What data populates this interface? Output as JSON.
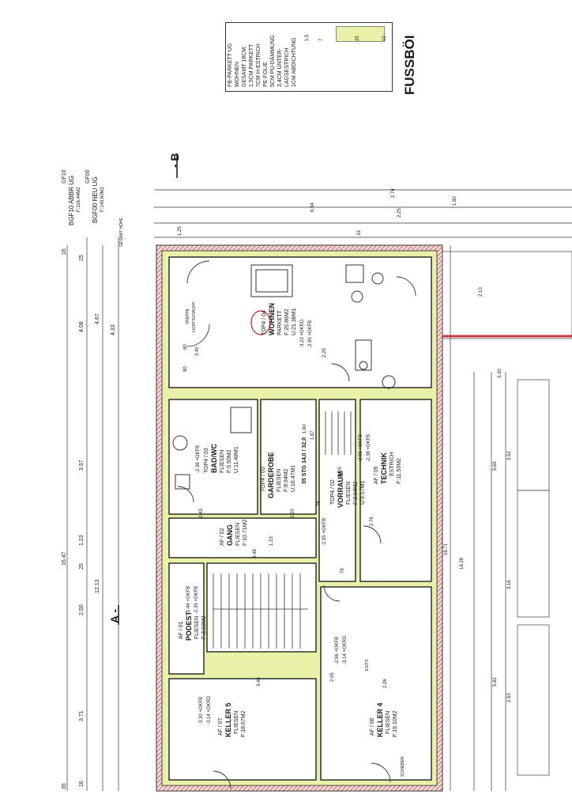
{
  "legend": {
    "brand": "FUSSBÖI",
    "lines": [
      "FB-PARKETT UG",
      "WOHNEN",
      "GESAMT 18CM:",
      "1,5CM PARKETT",
      "7CM H-ESTRICH",
      "PE-FOLIE",
      "5CM PU-DÄMMUNG",
      "3,4CM UNTER-",
      "LAGSESTRICH",
      "1CM ABDICHTUNG"
    ],
    "thickness": [
      "1,5",
      "7",
      "",
      "25",
      "10"
    ]
  },
  "section_marks": [
    "- B",
    "A -"
  ],
  "bgf": [
    "GF10",
    "BGF10 ABBR UG",
    "F:116.44M2",
    "GF00",
    "BGF00 NEU UG",
    "F:145.60M2"
  ],
  "rooms": [
    {
      "title": "TOP4 / 04",
      "name": "WOHNEN",
      "floor": "PARKETT",
      "area": "F:25.86M2",
      "perim": "U:21.38M1"
    },
    {
      "title": "TOP4 / 03",
      "name": "BAD/WC",
      "floor": "FLIESEN",
      "area": "F:5.50M2",
      "perim": "U:11.48M1"
    },
    {
      "title": "TOP4 / 03",
      "name": "GARDEROBE",
      "floor": "FLIESEN",
      "area": "F:8.94M2",
      "perim": "U:16.47M1"
    },
    {
      "title": "TOP4 / 02",
      "name": "VORRAUM",
      "floor": "FLIESEN",
      "area": "F:3.94M2",
      "perim": "U:9.57M1"
    },
    {
      "title": "AF / 05",
      "name": "TECHNIK",
      "floor": "ESTRICH",
      "area": "F:11.50M2",
      "perim": ""
    },
    {
      "title": "AF / 02",
      "name": "GANG",
      "floor": "FLIESEN",
      "area": "F:10.71M2",
      "perim": ""
    },
    {
      "title": "AF / 01",
      "name": "PODEST",
      "floor": "FLIESEN",
      "area": "F:3.02M2",
      "perim": ""
    },
    {
      "title": "AF / 07",
      "name": "KELLER 5",
      "floor": "FLIESEN",
      "area": "F:18.67M2",
      "perim": ""
    },
    {
      "title": "AF / 06",
      "name": "KELLER 4",
      "floor": "FLIESEN",
      "area": "F:19.10M2",
      "perim": ""
    }
  ],
  "levels": [
    "-3.23 +OKRD",
    "-2.95 +OKFB",
    "-2.36 +OKFB",
    "-2.95 +OKFB",
    "-2.38 +OKFB",
    "-2.95 +OKFB",
    "-2.44 +OKFB",
    "-2.35 +OKFB",
    "-2.96 +OKFB",
    "-3.14 +OKRD",
    "-3.30 +OKFB",
    "-3.14 +OKRD"
  ],
  "dimensions": {
    "left": [
      "16",
      "25",
      "4.08",
      "4.67",
      "4.33",
      "3.57",
      "16.47",
      "1.23",
      "12.13",
      "25",
      "2.50",
      "3.71",
      "16",
      "35"
    ],
    "top": [
      "6.94",
      "2.74",
      "2.25",
      "1.80",
      "1.25",
      "33"
    ],
    "inner": [
      "3.40",
      "2.25",
      "1.60",
      "1.87",
      "2.43",
      "2.05",
      "2.76",
      "2.20",
      "3.48",
      "1.23",
      "3.46",
      "2.05",
      "2.26",
      "80",
      "80",
      "76",
      "79"
    ],
    "right": [
      "5.69",
      "3.52",
      "3.16",
      "5.82",
      "2.53",
      "16.71",
      "14.28",
      "2.10",
      "3.30"
    ]
  },
  "notes": [
    "TREPPE",
    "LICHTSCHACHT",
    "GESAMT HÖHE",
    "SCHIEBEN",
    "EXITS"
  ],
  "stair": "35 STG 14,0 / 32,0"
}
